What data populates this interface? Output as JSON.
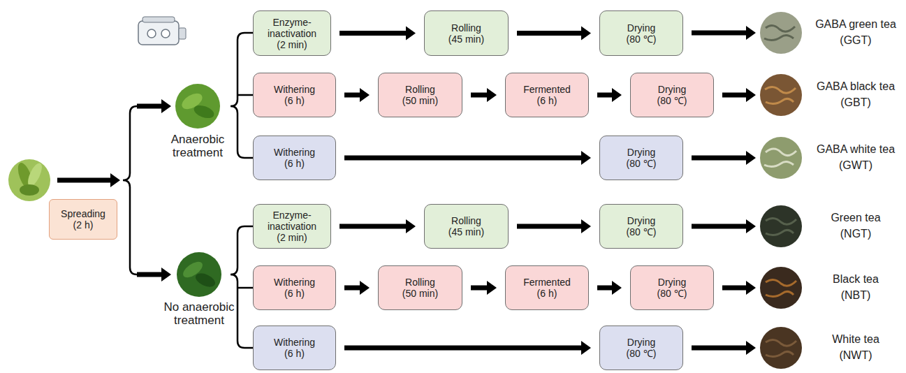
{
  "diagram": {
    "nodes": [
      {
        "text": [
          "Spreading",
          "(2 h)"
        ]
      },
      {
        "text": [
          "Enzyme-inactivation",
          "(2 min)"
        ]
      },
      {
        "text": [
          "Rolling",
          "(45 min)"
        ]
      },
      {
        "text": [
          "Drying",
          "(80 ℃)"
        ]
      },
      {
        "text": [
          "Withering",
          "(6 h)"
        ]
      },
      {
        "text": [
          "Rolling",
          "(50 min)"
        ]
      },
      {
        "text": [
          "Fermented",
          "(6 h)"
        ]
      },
      {
        "text": [
          "Drying",
          "(80 ℃)"
        ]
      },
      {
        "text": [
          "Withering",
          "(6 h)"
        ]
      },
      {
        "text": [
          "Drying",
          "(80 ℃)"
        ]
      },
      {
        "text": [
          "Enzyme-inactivation",
          "(2 min)"
        ]
      },
      {
        "text": [
          "Rolling",
          "(45 min)"
        ]
      },
      {
        "text": [
          "Drying",
          "(80 ℃)"
        ]
      },
      {
        "text": [
          "Withering",
          "(6 h)"
        ]
      },
      {
        "text": [
          "Rolling",
          "(50 min)"
        ]
      },
      {
        "text": [
          "Fermented",
          "(6 h)"
        ]
      },
      {
        "text": [
          "Drying",
          "(80 ℃)"
        ]
      },
      {
        "text": [
          "Withering",
          "(6 h)"
        ]
      },
      {
        "text": [
          "Drying",
          "(80 ℃)"
        ]
      }
    ],
    "edges": [
      {
        "from": 1,
        "to": 2,
        "arrow": "to"
      },
      {
        "from": 2,
        "to": 3,
        "arrow": "to"
      },
      {
        "from": 4,
        "to": 5,
        "arrow": "to"
      },
      {
        "from": 5,
        "to": 6,
        "arrow": "to"
      },
      {
        "from": 6,
        "to": 7,
        "arrow": "to"
      },
      {
        "from": 8,
        "to": 9,
        "arrow": "to"
      },
      {
        "from": 10,
        "to": 11,
        "arrow": "to"
      },
      {
        "from": 11,
        "to": 12,
        "arrow": "to"
      },
      {
        "from": 13,
        "to": 14,
        "arrow": "to"
      },
      {
        "from": 14,
        "to": 15,
        "arrow": "to"
      },
      {
        "from": 15,
        "to": 16,
        "arrow": "to"
      },
      {
        "from": 17,
        "to": 18,
        "arrow": "to"
      }
    ],
    "labels": [
      "Anaerobic treatment",
      "No anaerobic treatment",
      "GABA green tea",
      "(GGT)",
      "GABA black tea",
      "(GBT)",
      "GABA white tea",
      "(GWT)",
      "Green tea",
      "(NGT)",
      "Black tea",
      "(NBT)",
      "White tea",
      "(NWT)"
    ]
  }
}
